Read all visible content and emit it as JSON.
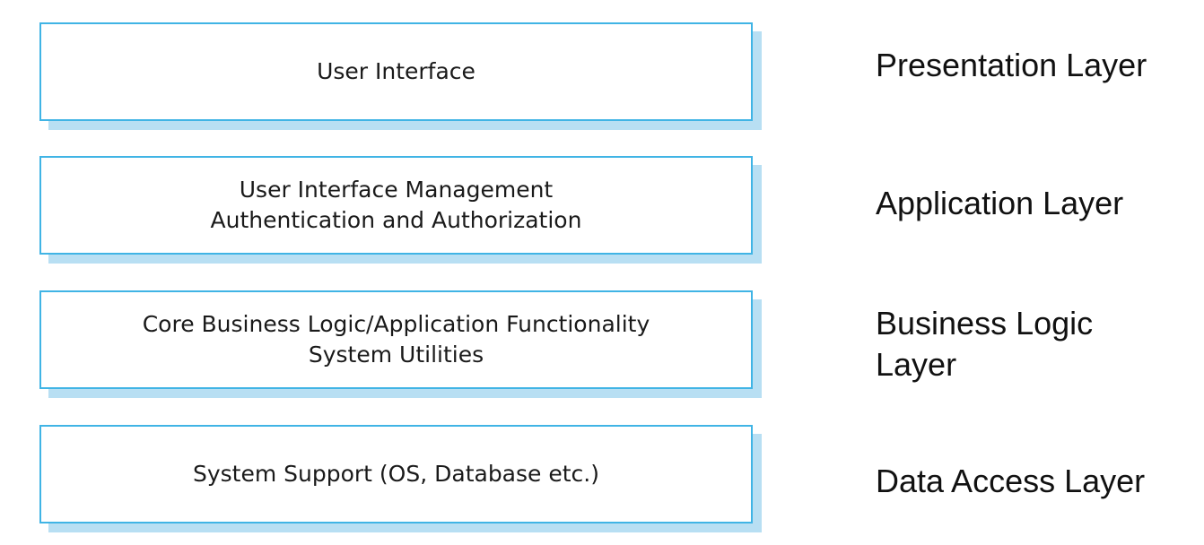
{
  "layers": [
    {
      "box_lines": [
        "User Interface"
      ],
      "label_lines": [
        "Presentation Layer"
      ]
    },
    {
      "box_lines": [
        "User Interface Management",
        "Authentication and Authorization"
      ],
      "label_lines": [
        "Application Layer"
      ]
    },
    {
      "box_lines": [
        "Core Business Logic/Application Functionality",
        "System Utilities"
      ],
      "label_lines": [
        "Business Logic",
        "Layer"
      ]
    },
    {
      "box_lines": [
        "System Support (OS, Database etc.)"
      ],
      "label_lines": [
        "Data Access Layer"
      ]
    }
  ],
  "colors": {
    "box_border": "#40b4e5",
    "box_shadow": "#b8dff3"
  }
}
